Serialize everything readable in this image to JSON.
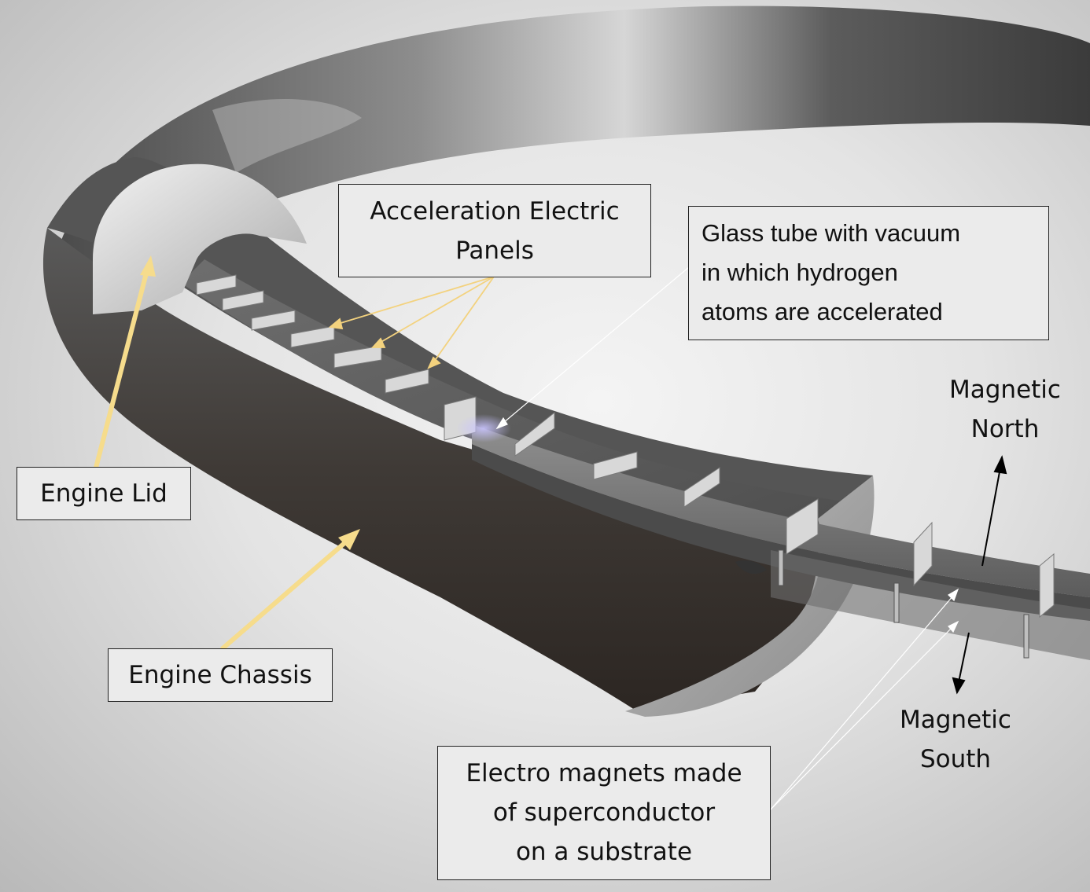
{
  "labels": {
    "acceleration_panels": [
      "Acceleration Electric",
      "Panels"
    ],
    "glass_tube": [
      "Glass tube with vacuum",
      "in which hydrogen",
      "atoms are accelerated"
    ],
    "magnetic_north": [
      "Magnetic",
      "North"
    ],
    "engine_lid": "Engine Lid",
    "engine_chassis": "Engine Chassis",
    "magnetic_south": [
      "Magnetic",
      "South"
    ],
    "electro_magnets": [
      "Electro magnets made",
      "of superconductor",
      "on a substrate"
    ]
  },
  "colors": {
    "lid_arrow": "#f6dc8c",
    "panel_arrow": "#f3d27e",
    "white_pointer": "#ffffff",
    "black_arrow": "#000000",
    "ring_dark": "#3a3a3a",
    "ring_light": "#9a9a9a",
    "label_border": "#222222"
  }
}
